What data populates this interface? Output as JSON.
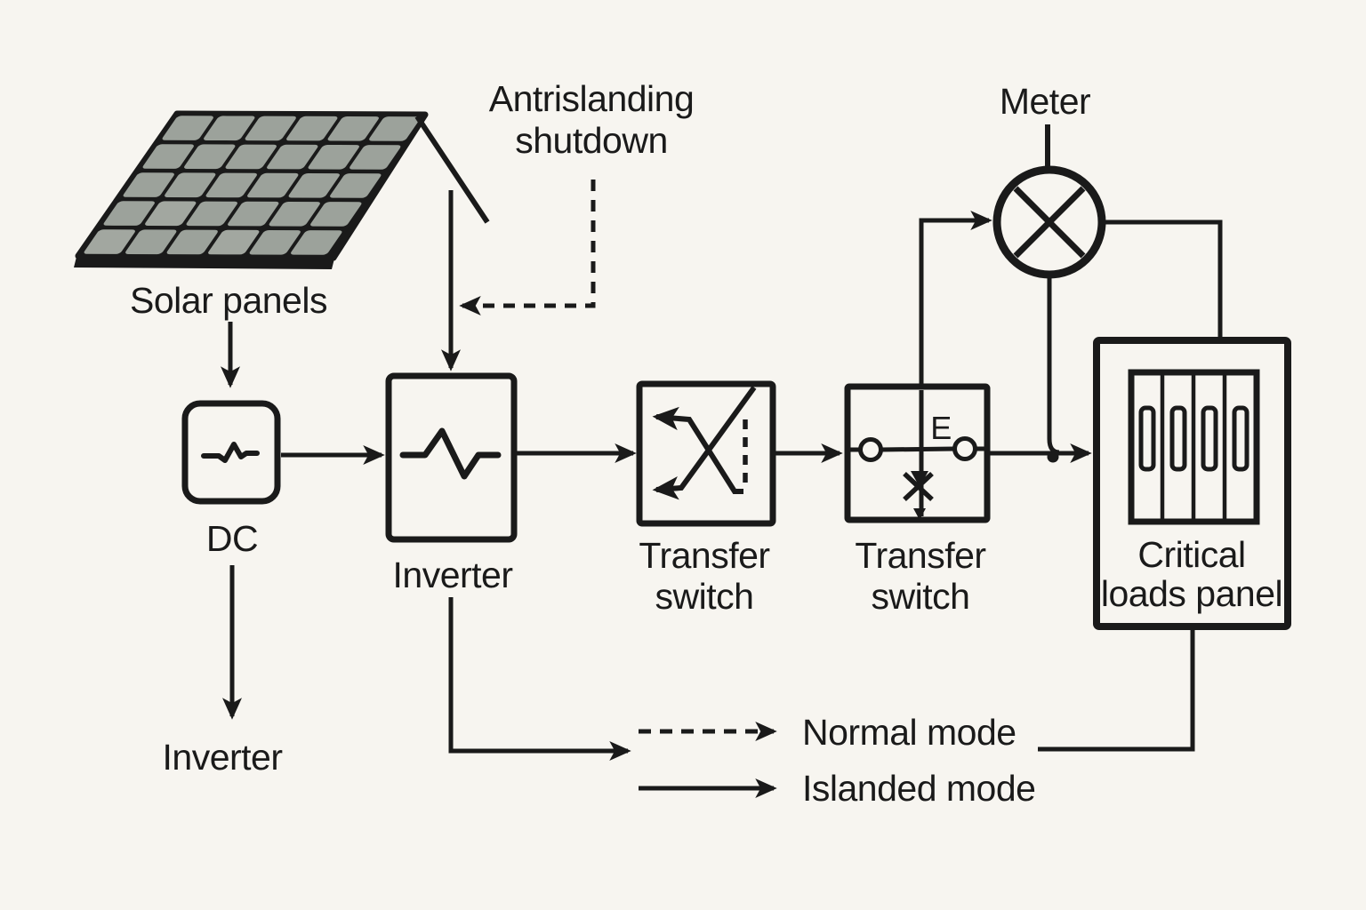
{
  "colors": {
    "background": "#f7f5f0",
    "ink": "#1a1a1a",
    "panel_cell": "#9ca29b"
  },
  "nodes": {
    "solar_panels": {
      "label": "Solar panels"
    },
    "anti_islanding": {
      "label_line1": "Antrislanding",
      "label_line2": "shutdown"
    },
    "dc": {
      "label": "DC"
    },
    "dc_output": {
      "label": "Inverter"
    },
    "inverter": {
      "label": "Inverter"
    },
    "transfer_switch_1": {
      "label_line1": "Transfer",
      "label_line2": "switch"
    },
    "transfer_switch_2": {
      "label_line1": "Transfer",
      "label_line2": "switch",
      "terminal_label": "E"
    },
    "meter": {
      "label": "Meter"
    },
    "critical_loads_panel": {
      "label_line1": "Critical",
      "label_line2": "loads panel"
    }
  },
  "legend": {
    "items": [
      {
        "style": "dashed",
        "label": "Normal mode"
      },
      {
        "style": "solid",
        "label": "Islanded mode"
      }
    ]
  }
}
